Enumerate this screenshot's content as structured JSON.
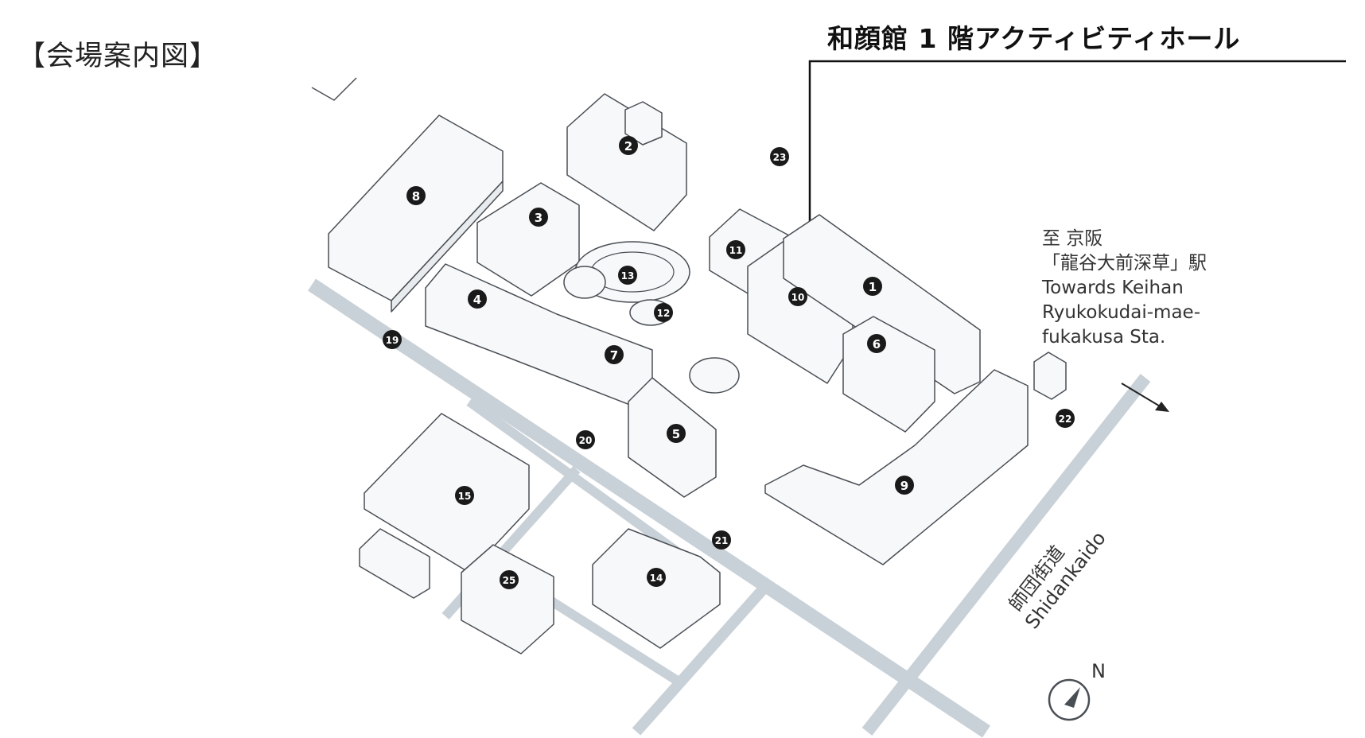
{
  "title": "【会場案内図】",
  "venue_label": "和顔館 1 階アクティビティホール",
  "direction_note": {
    "lines": [
      "至 京阪",
      "「龍谷大前深草」駅",
      "Towards Keihan",
      "Ryukokudai-mae-",
      "fukakusa Sta."
    ]
  },
  "road": {
    "name_ja": "師団街道",
    "name_en": "Shidankaido"
  },
  "compass": {
    "label": "N",
    "icon": "compass-icon"
  },
  "colors": {
    "road": "#c9d1d8",
    "building_fill": "#f7f8f9",
    "building_stroke": "#4a4f55",
    "marker": "#1a1a1a"
  },
  "markers": [
    {
      "num": "1"
    },
    {
      "num": "2"
    },
    {
      "num": "3"
    },
    {
      "num": "4"
    },
    {
      "num": "5"
    },
    {
      "num": "6"
    },
    {
      "num": "7"
    },
    {
      "num": "8"
    },
    {
      "num": "9"
    },
    {
      "num": "10"
    },
    {
      "num": "11"
    },
    {
      "num": "12"
    },
    {
      "num": "13"
    },
    {
      "num": "14"
    },
    {
      "num": "15"
    },
    {
      "num": "19"
    },
    {
      "num": "20"
    },
    {
      "num": "21"
    },
    {
      "num": "22"
    },
    {
      "num": "23"
    },
    {
      "num": "25"
    }
  ]
}
